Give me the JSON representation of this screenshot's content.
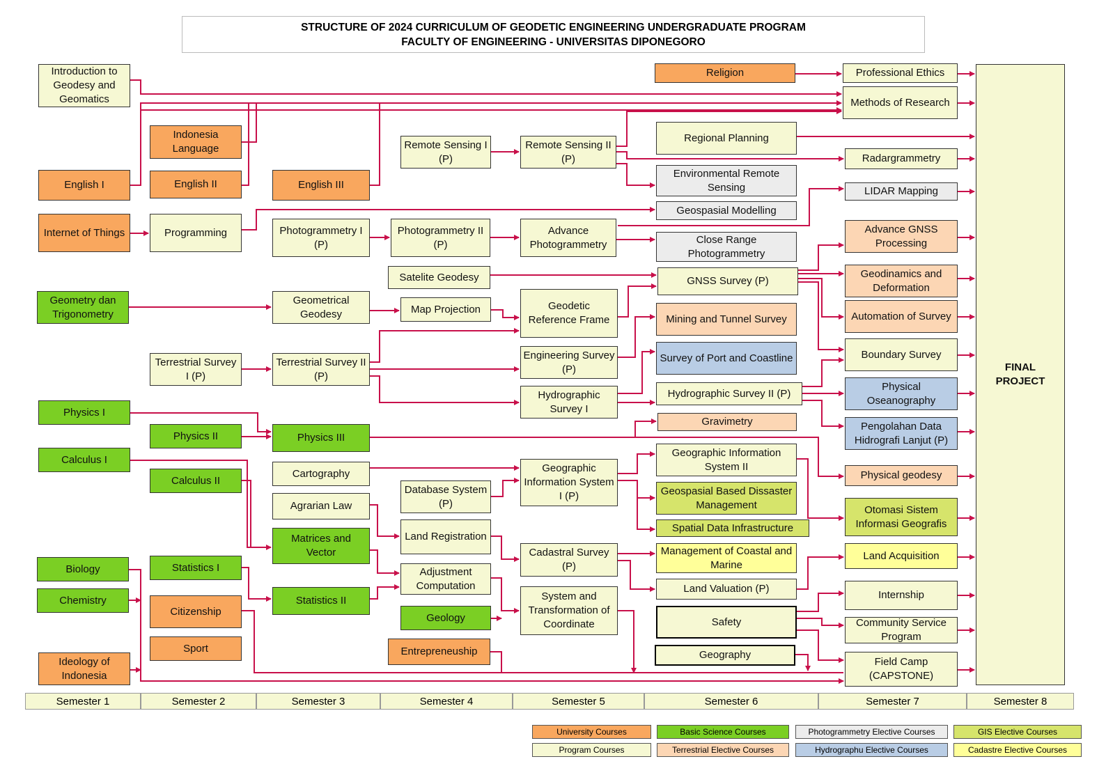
{
  "title": {
    "line1": "STRUCTURE OF 2024 CURRICULUM OF GEODETIC ENGINEERING UNDERGRADUATE  PROGRAM",
    "line2": "FACULTY OF ENGINEERING - UNIVERSITAS DIPONEGORO"
  },
  "courses": {
    "intro": "Introduction to Geodesy and Geomatics",
    "english1": "English I",
    "iot": "Internet of Things",
    "geom": "Geometry dan Trigonometry",
    "physics1": "Physics I",
    "calc1": "Calculus I",
    "biology": "Biology",
    "chemistry": "Chemistry",
    "ideology": "Ideology of Indonesia",
    "indolang": "Indonesia Language",
    "english2": "English II",
    "programming": "Programming",
    "terr1": "Terrestrial Survey I (P)",
    "physics2": "Physics II",
    "calc2": "Calculus II",
    "stat1": "Statistics I",
    "citizenship": "Citizenship",
    "sport": "Sport",
    "english3": "English III",
    "photo1": "Photogrammetry I  (P)",
    "geomgeod": "Geometrical Geodesy",
    "terr2": "Terrestrial Survey II (P)",
    "physics3": "Physics III",
    "carto": "Cartography",
    "agrarian": "Agrarian Law",
    "matrices": "Matrices and Vector",
    "stat2": "Statistics II",
    "rs1": "Remote Sensing I (P)",
    "photo2": "Photogrammetry II  (P)",
    "satgeo": "Satelite Geodesy",
    "mapproj": "Map Projection",
    "db": "Database System (P)",
    "landreg": "Land Registration",
    "adjust": "Adjustment Computation",
    "geology": "Geology",
    "entrep": "Entrepreneuship",
    "rs2": "Remote Sensing II (P)",
    "advphoto": "Advance Photogrammetry",
    "grf": "Geodetic Reference Frame",
    "engsurvey": "Engineering Survey  (P)",
    "hydro1": "Hydrographic Survey  I",
    "gis1": "Geographic Information System I (P)",
    "cadastral": "Cadastral Survey (P)",
    "systrans": "System and Transformation of Coordinate",
    "religion": "Religion",
    "regional": "Regional Planning",
    "envrs": "Environmental Remote Sensing",
    "geomodel": "Geospasial Modelling",
    "closerange": "Close Range Photogrammetry",
    "gnss": "GNSS Survey  (P)",
    "mining": "Mining and Tunnel Survey",
    "port": "Survey of Port and Coastline",
    "hydro2": "Hydrographic Survey II (P)",
    "gravimetry": "Gravimetry",
    "gis2": "Geographic Information System II",
    "geodis": "Geospasial Based Dissaster Management",
    "sdi": "Spatial Data Infrastructure",
    "coastal": "Management of Coastal and Marine",
    "landval": "Land Valuation (P)",
    "safety": "Safety",
    "geography": "Geography",
    "ethics": "Professional Ethics",
    "methods": "Methods of Research",
    "radar": "Radargrammetry",
    "lidar": "LIDAR Mapping",
    "advgnss": "Advance GNSS Processing",
    "geodyn": "Geodinamics and Deformation",
    "automation": "Automation of Survey",
    "boundary": "Boundary Survey",
    "physocean": "Physical Oseanography",
    "pengolahan": "Pengolahan Data Hidrografi Lanjut (P)",
    "physgeod": "Physical geodesy",
    "otomasi": "Otomasi Sistem Informasi Geografis",
    "landacq": "Land Acquisition",
    "internship": "Internship",
    "community": "Community Service Program",
    "fieldcamp": "Field Camp (CAPSTONE)",
    "final": "FINAL PROJECT"
  },
  "semesters": [
    "Semester 1",
    "Semester 2",
    "Semester 3",
    "Semester 4",
    "Semester 5",
    "Semester 6",
    "Semester 7",
    "Semester 8"
  ],
  "legend": {
    "univ": "University Courses",
    "basic": "Basic Science  Courses",
    "photo": "Photogrammetry Elective Courses",
    "gis": "GIS Elective Courses",
    "prog": "Program Courses",
    "terr": "Terrestrial Elective Courses",
    "hydro": "Hydrographu Elective Courses",
    "cad": "Cadastre Elective Courses"
  },
  "colors": {
    "arrow": "#c8104a",
    "univ": "#f9a75e",
    "basic": "#7bcf24",
    "prog": "#f6f8d3",
    "terr": "#fcd6b4",
    "photo": "#ececec",
    "hydro": "#b9cde5",
    "gis": "#d6e46b",
    "cad": "#ffff99"
  }
}
